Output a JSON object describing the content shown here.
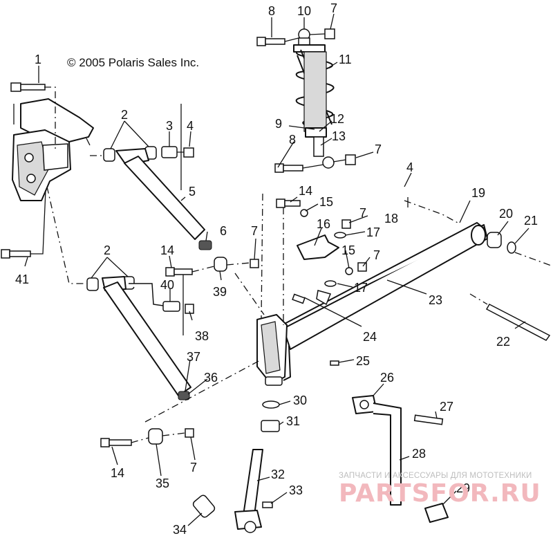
{
  "copyright": "© 2005 Polaris Sales Inc.",
  "watermark": {
    "subtitle": "ЗАПЧАСТИ И АКСЕССУАРЫ ДЛЯ МОТОТЕХНИКИ",
    "brand": "PARTSFOR.RU"
  },
  "callouts": {
    "c1": "1",
    "c2a": "2",
    "c2b": "2",
    "c3": "3",
    "c4a": "4",
    "c4b": "4",
    "c5": "5",
    "c6": "6",
    "c7a": "7",
    "c7b": "7",
    "c7c": "7",
    "c7d": "7",
    "c7e": "7",
    "c7f": "7",
    "c8a": "8",
    "c8b": "8",
    "c9": "9",
    "c10": "10",
    "c11": "11",
    "c12": "12",
    "c13": "13",
    "c14a": "14",
    "c14b": "14",
    "c14c": "14",
    "c15a": "15",
    "c15b": "15",
    "c16": "16",
    "c17a": "17",
    "c17b": "17",
    "c18": "18",
    "c19": "19",
    "c20": "20",
    "c21": "21",
    "c22": "22",
    "c23": "23",
    "c24": "24",
    "c25": "25",
    "c26": "26",
    "c27": "27",
    "c28": "28",
    "c29": "29",
    "c30": "30",
    "c31": "31",
    "c32": "32",
    "c33": "33",
    "c34": "34",
    "c35": "35",
    "c36": "36",
    "c37": "37",
    "c38": "38",
    "c39": "39",
    "c40": "40",
    "c41": "41"
  }
}
